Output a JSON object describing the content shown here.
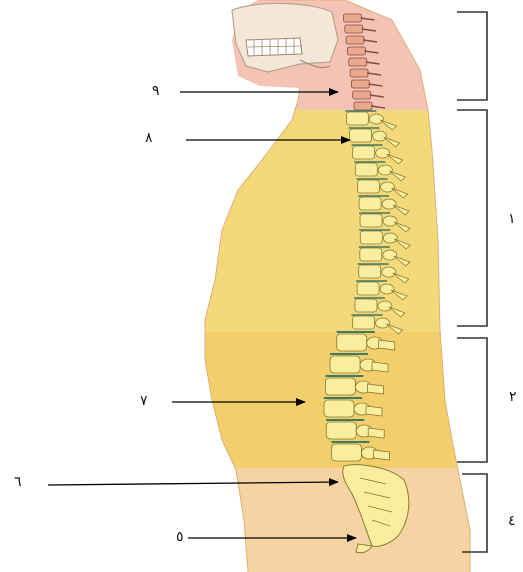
{
  "labels": {
    "nine": "٩",
    "eight": "٨",
    "seven": "٧",
    "six": "٦",
    "five": "٥",
    "region_thoracic": "١",
    "region_lumbar": "٢",
    "region_sacral": "٤"
  },
  "colors": {
    "neck_pink": "#f5c3b6",
    "thoracic_yellow": "#f4d97a",
    "lumbar_yellow": "#f2cf6a",
    "pelvis_tan": "#f6d3a3",
    "bone": "#f9ee9f",
    "bone_outline": "#8a7a2e",
    "disc": "#3c7b6a",
    "bracket": "#333333",
    "arrow": "#000000"
  }
}
